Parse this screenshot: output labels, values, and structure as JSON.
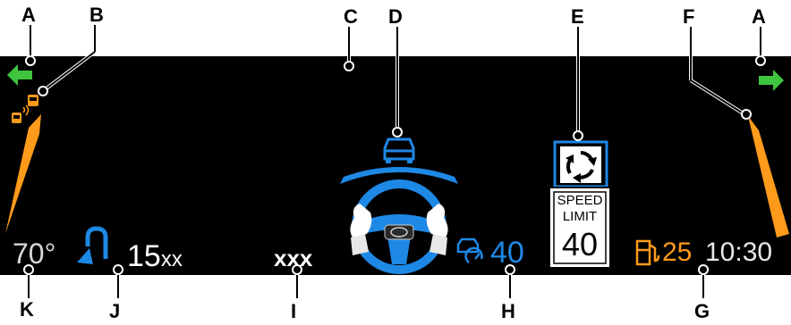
{
  "callouts": {
    "a_left": "A",
    "b": "B",
    "c": "C",
    "d": "D",
    "e": "E",
    "f": "F",
    "a_right": "A",
    "k": "K",
    "j": "J",
    "i": "I",
    "h": "H",
    "g": "G"
  },
  "cluster": {
    "outside_temp": "70°",
    "nav_distance": "15",
    "nav_distance_unit": "xx",
    "placeholder_value": "xxx",
    "cruise_speed": "40",
    "speed_limit_sign": {
      "line1": "SPEED",
      "line2": "LIMIT",
      "value": "40"
    },
    "fuel_value": "25",
    "clock": "10:30"
  },
  "icons": {
    "turn_signal_left": "green-arrow-left-icon",
    "turn_signal_right": "green-arrow-right-icon",
    "blind_spot_left": "blind-spot-car-icon",
    "lead_vehicle": "lead-car-icon",
    "steering_hands": "hands-on-wheel-icon",
    "roundabout": "roundabout-icon",
    "nav_turn": "nav-turn-arrow-icon",
    "adaptive_cruise": "adaptive-cruise-icon",
    "fuel_pump": "fuel-pump-icon"
  },
  "colors": {
    "screen_bg": "#000000",
    "turn_signal": "#3ec43e",
    "blind_spot": "#ff9a1a",
    "driver_assist_blue": "#1e88e5",
    "text": "#ffffff"
  }
}
